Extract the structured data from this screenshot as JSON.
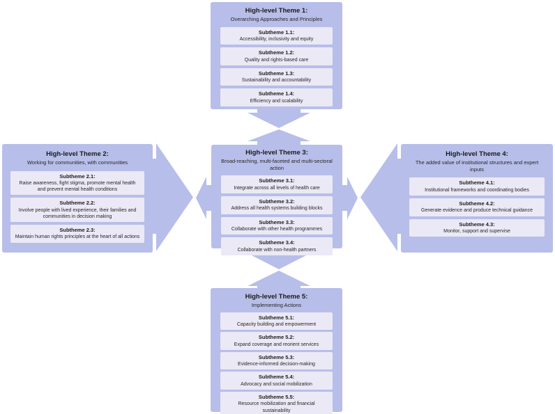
{
  "colors": {
    "box": "#b7bee9",
    "inner": "#ebe9f6",
    "arrow": "#b7bee9",
    "title": "#1a1a1a",
    "body": "#262626"
  },
  "themes": [
    {
      "title": "High-level Theme 1:",
      "subtitle": "Overarching Approaches and Principles",
      "subthemes": [
        {
          "label": "Subtheme 1.1:",
          "text": "Accessibility, inclusivity and equity"
        },
        {
          "label": "Subtheme 1.2:",
          "text": "Quality and rights-based care"
        },
        {
          "label": "Subtheme 1.3:",
          "text": "Sustainability and accountability"
        },
        {
          "label": "Subtheme 1.4:",
          "text": "Efficiency and scalability"
        }
      ]
    },
    {
      "title": "High-level Theme 2:",
      "subtitle": "Working for communities, with communities",
      "subthemes": [
        {
          "label": "Subtheme 2.1:",
          "text": "Raise awareness, fight stigma, promote mental health and prevent mental health conditions"
        },
        {
          "label": "Subtheme 2.2:",
          "text": "Involve people with lived experience, their families and communities in decision making"
        },
        {
          "label": "Subtheme 2.3:",
          "text": "Maintain human rights principles at the heart of all actions"
        }
      ]
    },
    {
      "title": "High-level Theme 3:",
      "subtitle": "Broad-reaching, multi-faceted and multi-sectoral action",
      "subthemes": [
        {
          "label": "Subtheme 3.1:",
          "text": "Integrate across all levels of health care"
        },
        {
          "label": "Subtheme 3.2:",
          "text": "Address all health systems building blocks"
        },
        {
          "label": "Subtheme 3.3:",
          "text": "Collaborate with other health programmes"
        },
        {
          "label": "Subtheme 3.4:",
          "text": "Collaborate with non-health partners"
        }
      ]
    },
    {
      "title": "High-level Theme 4:",
      "subtitle": "The added value of institutional structures and expert inputs",
      "subthemes": [
        {
          "label": "Subtheme 4.1:",
          "text": "Institutional frameworks and coordinating bodies"
        },
        {
          "label": "Subtheme 4.2:",
          "text": "Generate evidence and produce technical guidance"
        },
        {
          "label": "Subtheme 4.3:",
          "text": "Monitor, support and supervise"
        }
      ]
    },
    {
      "title": "High-level Theme 5:",
      "subtitle": "Implementing Actions",
      "subthemes": [
        {
          "label": "Subtheme 5.1:",
          "text": "Capacity building and empowerment"
        },
        {
          "label": "Subtheme 5.2:",
          "text": "Expand coverage and reorient services"
        },
        {
          "label": "Subtheme 5.3:",
          "text": "Evidence-informed decision-making"
        },
        {
          "label": "Subtheme 5.4:",
          "text": "Advocacy and social mobilization"
        },
        {
          "label": "Subtheme 5.5:",
          "text": "Resource mobilization and financial sustainability"
        }
      ]
    }
  ]
}
